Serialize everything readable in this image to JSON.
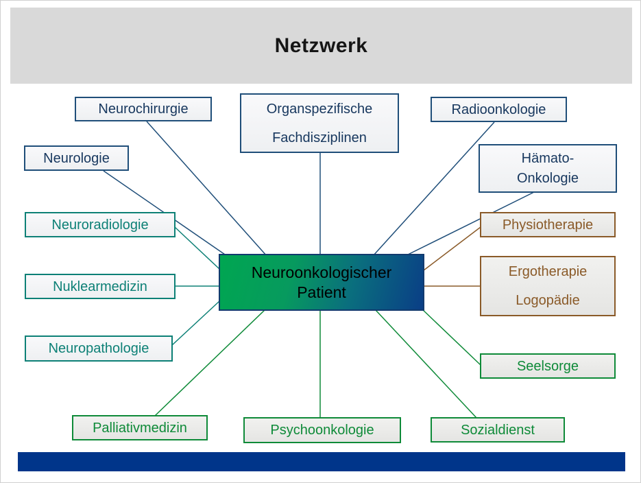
{
  "header": {
    "title": "Netzwerk"
  },
  "center": {
    "line1": "Neuroonkologischer",
    "line2": "Patient"
  },
  "nodes": {
    "neurochirurgie": {
      "label": "Neurochirurgie"
    },
    "organspezifische": {
      "line1": "Organspezifische",
      "line2": "Fachdisziplinen"
    },
    "radioonkologie": {
      "label": "Radioonkologie"
    },
    "neurologie": {
      "label": "Neurologie"
    },
    "haemato": {
      "line1": "Hämato-",
      "line2": "Onkologie"
    },
    "neuroradiologie": {
      "label": "Neuroradiologie"
    },
    "nuklearmedizin": {
      "label": "Nuklearmedizin"
    },
    "neuropathologie": {
      "label": "Neuropathologie"
    },
    "physiotherapie": {
      "label": "Physiotherapie"
    },
    "ergotherapie": {
      "line1": "Ergotherapie",
      "line2": "Logopädie"
    },
    "seelsorge": {
      "label": "Seelsorge"
    },
    "palliativmedizin": {
      "label": "Palliativmedizin"
    },
    "psychoonkologie": {
      "label": "Psychoonkologie"
    },
    "sozialdienst": {
      "label": "Sozialdienst"
    }
  },
  "colors": {
    "blue": "#1f4e79",
    "teal": "#0d8076",
    "brown": "#8a5a28",
    "green": "#0e8a38",
    "center_gradient_start": "#00a651",
    "center_gradient_end": "#0a3e86",
    "header_bg": "#d9d9d9",
    "footer_bar": "#00358a"
  }
}
